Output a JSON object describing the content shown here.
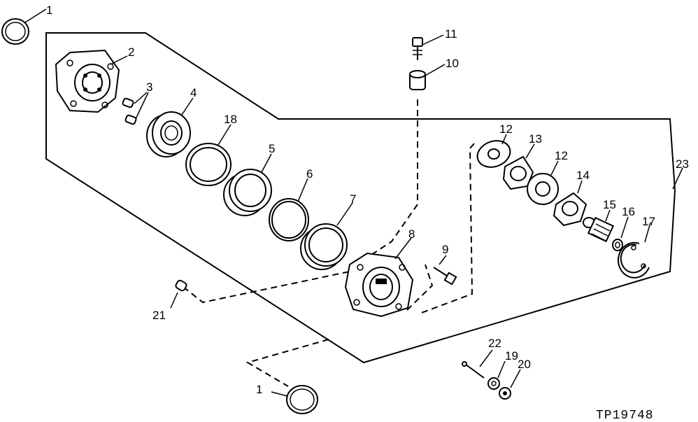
{
  "callouts": {
    "c1_top": "1",
    "c1_bottom": "1",
    "c2": "2",
    "c3": "3",
    "c4": "4",
    "c5": "5",
    "c6": "6",
    "c7": "7",
    "c8": "8",
    "c9": "9",
    "c10": "10",
    "c11": "11",
    "c12a": "12",
    "c12b": "12",
    "c13": "13",
    "c14": "14",
    "c15": "15",
    "c16": "16",
    "c17": "17",
    "c18": "18",
    "c19": "19",
    "c20": "20",
    "c21": "21",
    "c22": "22",
    "c23": "23"
  },
  "figure_code": "TP19748"
}
